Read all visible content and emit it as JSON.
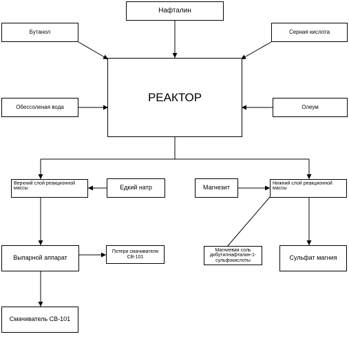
{
  "nodes": {
    "naphthalene": "Нафталин",
    "butanol": "Бутанол",
    "sulfuric_acid": "Серная кислота",
    "reactor": "РЕАКТОР",
    "desalted_water": "Обессоленая вода",
    "oleum": "Олеум",
    "upper_layer": "Верхний слой реакционной массы",
    "caustic_soda": "Едкий натр",
    "magnesite": "Магнезит",
    "lower_layer": "Нижний слой реакционной массы",
    "evaporator": "Выпарной аппарат",
    "wetting_loss": "Потери смачивателя СВ-101",
    "magnesium_salt": "Магниевая соль дибутилнафталин-1-сульфокислоты",
    "magnesium_sulfate": "Сульфат магния",
    "wetting_agent": "Смачиватель СВ-101"
  }
}
